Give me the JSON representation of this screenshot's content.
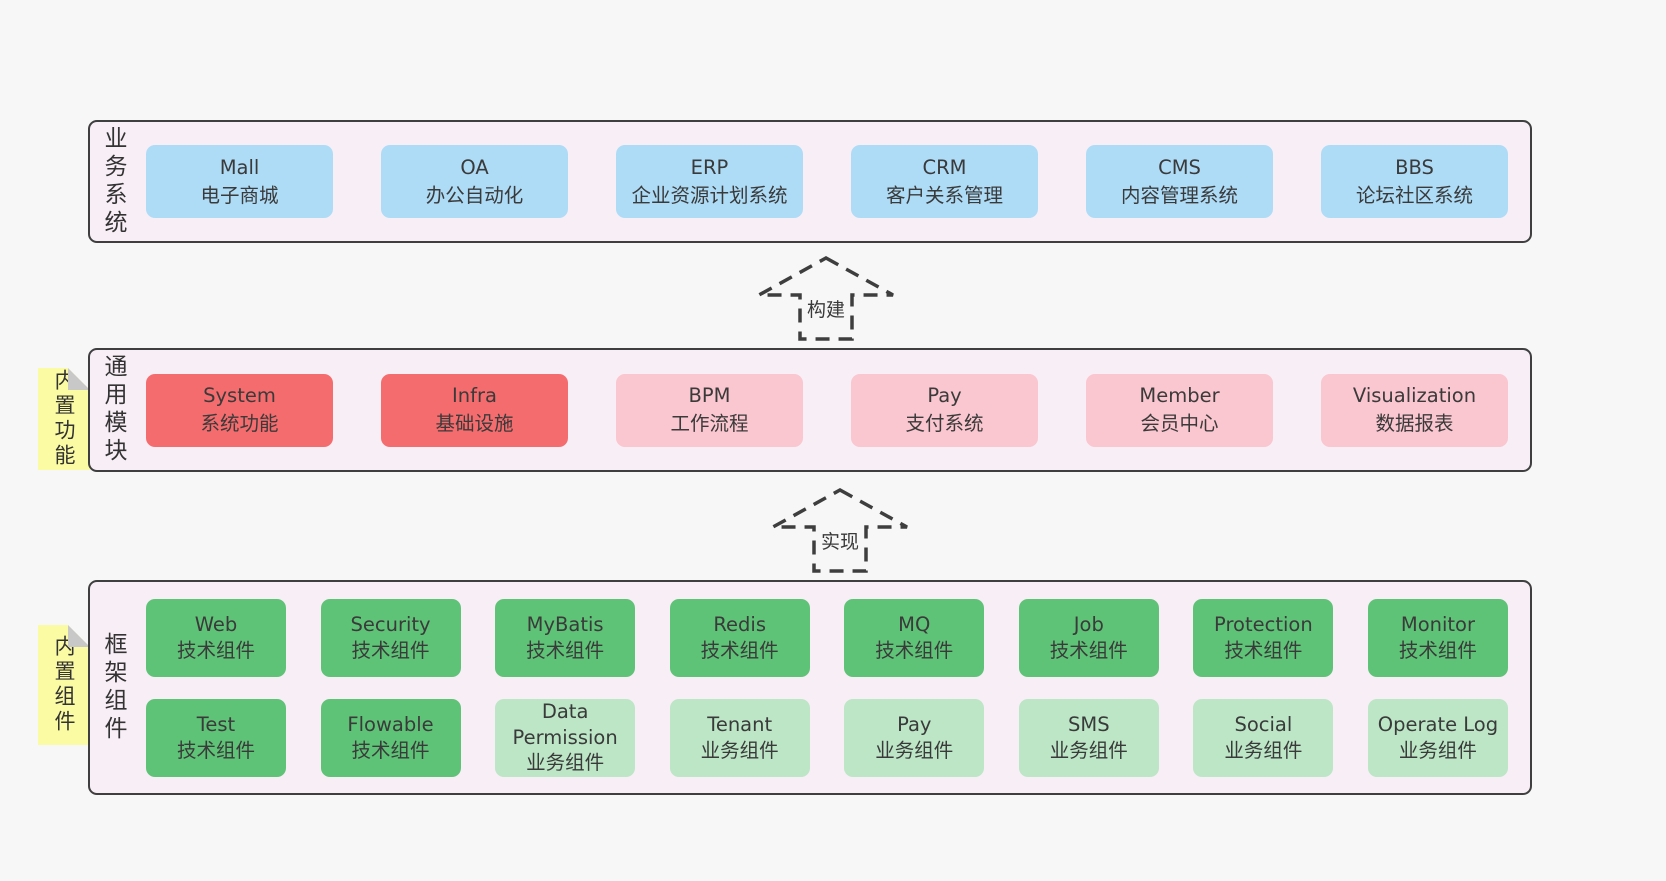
{
  "colors": {
    "page_background": "#f7f7f7",
    "container_background": "#f8eef6",
    "container_border": "#3f3f3f",
    "box_blue": "#aedcf7",
    "box_red": "#f56c6e",
    "box_pink": "#fac6cf",
    "box_green": "#5ec377",
    "box_green_light": "#bce6c6",
    "note_yellow": "#fbfba3",
    "note_fold_gray": "#c8c8c8",
    "text": "#3a3a3a"
  },
  "arrows": [
    {
      "label": "构建"
    },
    {
      "label": "实现"
    }
  ],
  "layers": [
    {
      "label": "业务系统",
      "rows": [
        [
          {
            "title": "Mall",
            "subtitle": "电子商城"
          },
          {
            "title": "OA",
            "subtitle": "办公自动化"
          },
          {
            "title": "ERP",
            "subtitle": "企业资源计划系统"
          },
          {
            "title": "CRM",
            "subtitle": "客户关系管理"
          },
          {
            "title": "CMS",
            "subtitle": "内容管理系统"
          },
          {
            "title": "BBS",
            "subtitle": "论坛社区系统"
          }
        ]
      ]
    },
    {
      "label": "通用模块",
      "note": "内置功能",
      "rows": [
        [
          {
            "title": "System",
            "subtitle": "系统功能"
          },
          {
            "title": "Infra",
            "subtitle": "基础设施"
          },
          {
            "title": "BPM",
            "subtitle": "工作流程"
          },
          {
            "title": "Pay",
            "subtitle": "支付系统"
          },
          {
            "title": "Member",
            "subtitle": "会员中心"
          },
          {
            "title": "Visualization",
            "subtitle": "数据报表"
          }
        ]
      ]
    },
    {
      "label": "框架组件",
      "note": "内置组件",
      "rows": [
        [
          {
            "title": "Web",
            "subtitle": "技术组件"
          },
          {
            "title": "Security",
            "subtitle": "技术组件"
          },
          {
            "title": "MyBatis",
            "subtitle": "技术组件"
          },
          {
            "title": "Redis",
            "subtitle": "技术组件"
          },
          {
            "title": "MQ",
            "subtitle": "技术组件"
          },
          {
            "title": "Job",
            "subtitle": "技术组件"
          },
          {
            "title": "Protection",
            "subtitle": "技术组件"
          },
          {
            "title": "Monitor",
            "subtitle": "技术组件"
          }
        ],
        [
          {
            "title": "Test",
            "subtitle": "技术组件"
          },
          {
            "title": "Flowable",
            "subtitle": "技术组件"
          },
          {
            "title": "Data Permission",
            "subtitle": "业务组件"
          },
          {
            "title": "Tenant",
            "subtitle": "业务组件"
          },
          {
            "title": "Pay",
            "subtitle": "业务组件"
          },
          {
            "title": "SMS",
            "subtitle": "业务组件"
          },
          {
            "title": "Social",
            "subtitle": "业务组件"
          },
          {
            "title": "Operate Log",
            "subtitle": "业务组件"
          }
        ]
      ]
    }
  ]
}
